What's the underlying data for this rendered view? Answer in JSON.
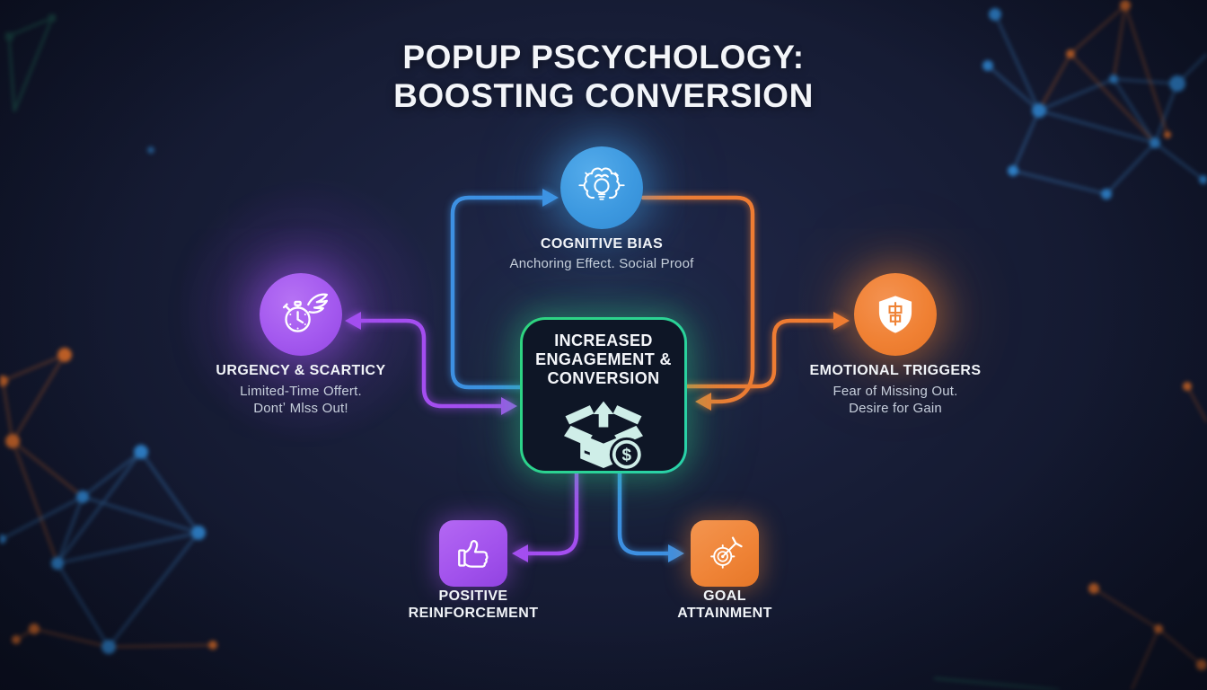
{
  "title": {
    "line1": "POPUP PSCYCHOLOGY:",
    "line2": "BOOSTING CONVERSION"
  },
  "nodes": {
    "cognitive": {
      "title": "COGNITIVE BIAS",
      "subtitle": "Anchoring Effect. Social Proof",
      "icon": "brain-lightbulb-icon",
      "color": "#3d99e0"
    },
    "urgency": {
      "title": "URGENCY & SCARTICY",
      "subtitle_line1": "Limited-Time Offert.",
      "subtitle_line2": "Dontʼ Mlss Out!",
      "icon": "winged-stopwatch-icon",
      "color": "#a459ef"
    },
    "emotional": {
      "title": "EMOTIONAL TRIGGERS",
      "subtitle_line1": "Fear of Missing Out.",
      "subtitle_line2": "Desire for Gain",
      "icon": "shield-icon",
      "color": "#f08134"
    },
    "center": {
      "line1": "INCREASED",
      "line2": "ENGAGEMENT &",
      "line3": "CONVERSION",
      "dollar": "$",
      "icon": "open-box-dollar-icon",
      "border_color": "#2ed47e"
    },
    "positive": {
      "line1": "POSITIVE",
      "line2": "REINFORCEMENT",
      "icon": "thumbs-up-icon",
      "color": "#a151ec"
    },
    "goal": {
      "line1": "GOAL",
      "line2": "ATTAINMENT",
      "icon": "target-dart-icon",
      "color": "#ef8336"
    }
  },
  "connectors": {
    "blue": "#3d90e2",
    "orange": "#ee7c33",
    "purple": "#a44ef0"
  },
  "background": {
    "base": "#171d36",
    "network_blue": "#2f83cc",
    "network_orange": "#d56a28"
  }
}
